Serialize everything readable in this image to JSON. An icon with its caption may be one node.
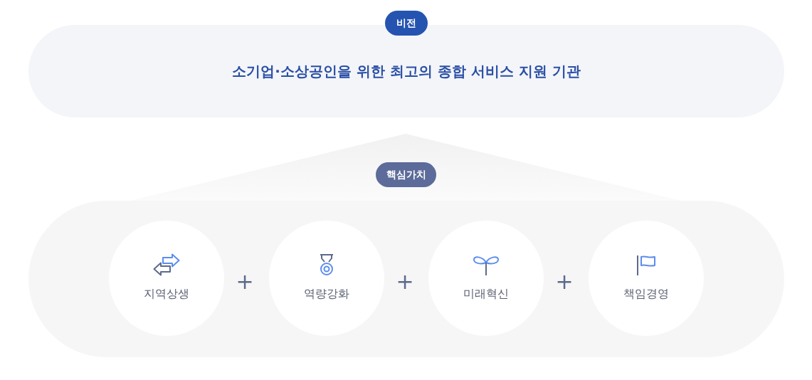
{
  "diagram": {
    "nodes": [
      {
        "text": [
          "비전"
        ]
      },
      {
        "text": [
          "소기업·소상공인을 위한 최고의 종합 서비스 지원 기관"
        ]
      },
      {
        "text": [
          "핵심가치"
        ]
      },
      {
        "text": [],
        "shape": "band"
      },
      {
        "text": [
          "지역상생"
        ],
        "in": 3
      },
      {
        "text": [
          "역량강화"
        ],
        "in": 3
      },
      {
        "text": [
          "미래혁신"
        ],
        "in": 3
      },
      {
        "text": [
          "책임경영"
        ],
        "in": 3
      }
    ],
    "labels": [
      "+",
      "+",
      "+"
    ]
  }
}
